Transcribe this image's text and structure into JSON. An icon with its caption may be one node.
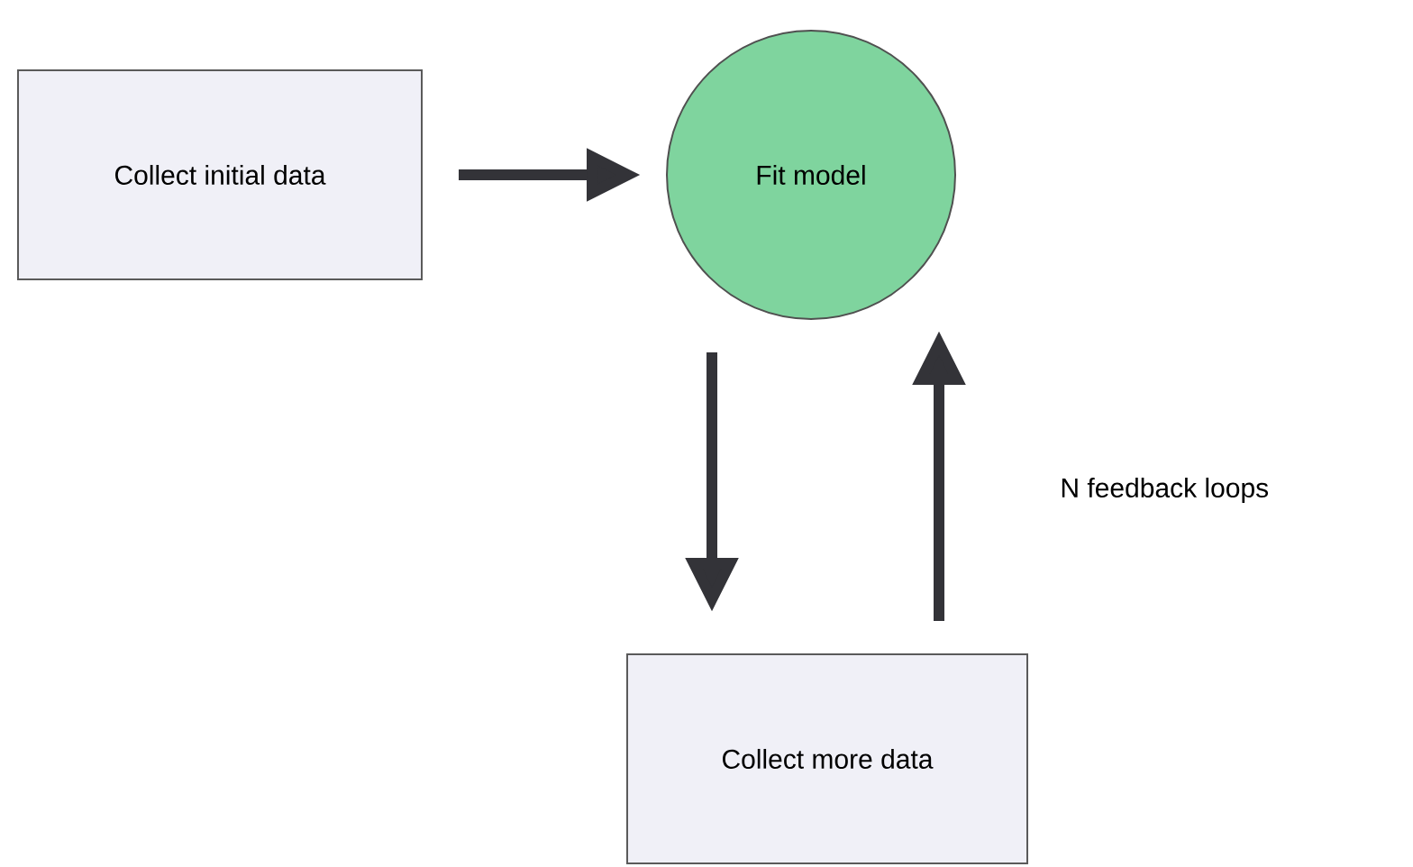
{
  "diagram": {
    "nodes": [
      {
        "text": [
          "Collect initial data"
        ]
      },
      {
        "text": [
          "Fit model"
        ]
      },
      {
        "text": [
          "Collect more data"
        ]
      }
    ],
    "edges": [
      {
        "from": 0,
        "to": 1,
        "arrow": "to"
      },
      {
        "from": 1,
        "to": 2,
        "arrow": "to"
      },
      {
        "from": 2,
        "to": 1,
        "arrow": "to"
      }
    ],
    "labels": [
      "N feedback loops"
    ]
  }
}
